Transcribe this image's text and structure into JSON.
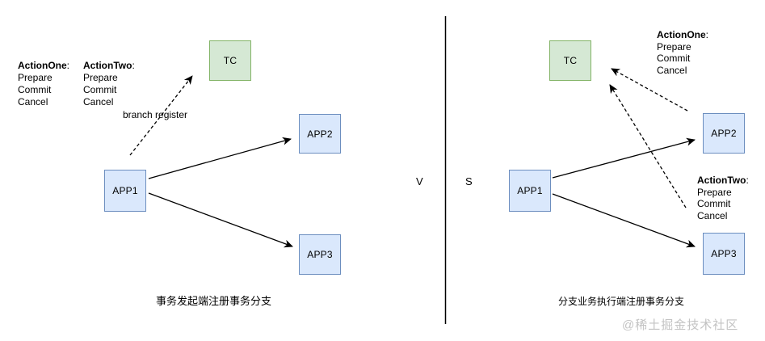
{
  "left_panel": {
    "caption": "事务发起端注册事务分支",
    "branch_register_label": "branch register",
    "nodes": {
      "tc": "TC",
      "app1": "APP1",
      "app2": "APP2",
      "app3": "APP3"
    },
    "action_one": {
      "name": "ActionOne",
      "colon": ":",
      "steps": [
        "Prepare",
        "Commit",
        "Cancel"
      ]
    },
    "action_two": {
      "name": "ActionTwo",
      "colon": ":",
      "steps": [
        "Prepare",
        "Commit",
        "Cancel"
      ]
    }
  },
  "right_panel": {
    "caption": "分支业务执行端注册事务分支",
    "nodes": {
      "tc": "TC",
      "app1": "APP1",
      "app2": "APP2",
      "app3": "APP3"
    },
    "action_one": {
      "name": "ActionOne",
      "colon": ":",
      "steps": [
        "Prepare",
        "Commit",
        "Cancel"
      ]
    },
    "action_two": {
      "name": "ActionTwo",
      "colon": ":",
      "steps": [
        "Prepare",
        "Commit",
        "Cancel"
      ]
    }
  },
  "versus": {
    "left_letter": "V",
    "right_letter": "S"
  },
  "watermark": "@稀土掘金技术社区",
  "colors": {
    "app_fill": "#dae8fc",
    "app_border": "#6c8ebf",
    "tc_fill": "#d5e8d4",
    "tc_border": "#82b366",
    "line": "#000000",
    "watermark_color": "#c3c3c3"
  }
}
